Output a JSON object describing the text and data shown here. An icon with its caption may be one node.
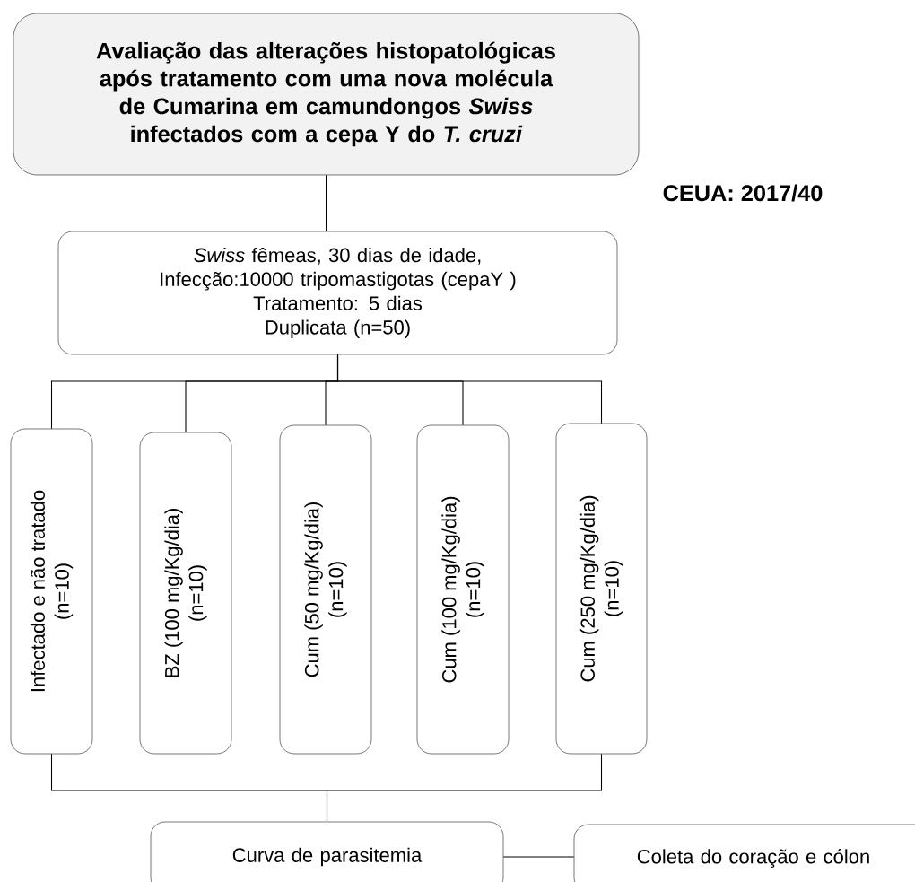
{
  "diagram": {
    "nodes": [
      {
        "text": [
          "Avaliação das alterações histopatológicas após tratamento com uma nova molécula de Cumarina em camundongos *Swiss* infectados com a cepa Y do *T. cruzi*"
        ]
      },
      {
        "text": [
          "*Swiss* fêmeas, 30 dias de idade,",
          "Infecção:10000 tripomastigotas (cepaY )",
          "Tratamento: 5 dias",
          "Duplicata (n=50)"
        ]
      },
      {
        "text": [
          "Infectado e não tratado",
          "(n=10)"
        ]
      },
      {
        "text": [
          "BZ (100 mg/Kg/dia)",
          "(n=10)"
        ]
      },
      {
        "text": [
          "Cum (50 mg/Kg/dia)",
          "(n=10)"
        ]
      },
      {
        "text": [
          "Cum (100 mg/Kg/dia)",
          "(n=10)"
        ]
      },
      {
        "text": [
          "Cum (250 mg/Kg/dia)",
          "(n=10)"
        ]
      },
      {
        "text": [
          "Curva de parasitemia"
        ]
      },
      {
        "text": [
          "Coleta do coração e cólon"
        ]
      }
    ],
    "edges": [
      {
        "from": 0,
        "to": 1,
        "arrow": "none"
      },
      {
        "from": 1,
        "to": 2,
        "arrow": "none"
      },
      {
        "from": 1,
        "to": 3,
        "arrow": "none"
      },
      {
        "from": 1,
        "to": 4,
        "arrow": "none"
      },
      {
        "from": 1,
        "to": 5,
        "arrow": "none"
      },
      {
        "from": 1,
        "to": 6,
        "arrow": "none"
      },
      {
        "from": 2,
        "to": 7,
        "arrow": "none"
      },
      {
        "from": 6,
        "to": 7,
        "arrow": "none"
      },
      {
        "from": 7,
        "to": 8,
        "arrow": "none"
      }
    ],
    "labels": [
      "CEUA: 2017/40"
    ]
  }
}
